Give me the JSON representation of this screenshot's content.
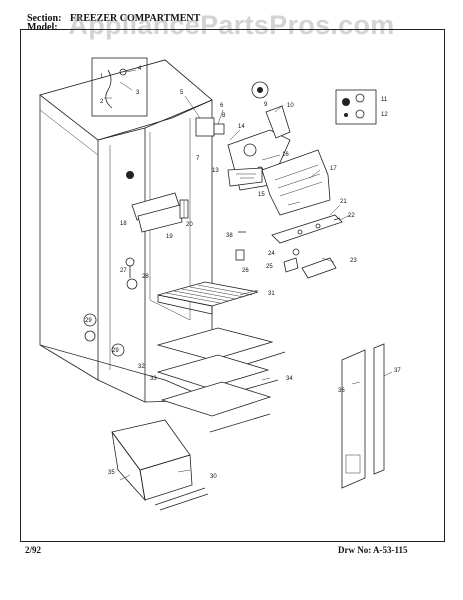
{
  "header": {
    "section_label": "Section:",
    "section_title": "FREEZER COMPARTMENT",
    "model_label": "Model:"
  },
  "watermark": "AppliancePartsPros.com",
  "footer": {
    "date": "2/92",
    "drawing_no": "Drw No: A-53-115"
  },
  "callouts": [
    "1",
    "2",
    "3",
    "4",
    "5",
    "6",
    "7",
    "8",
    "9",
    "10",
    "11",
    "12",
    "13",
    "14",
    "15",
    "16",
    "17",
    "18",
    "19",
    "20",
    "21",
    "22",
    "23",
    "24",
    "25",
    "26",
    "27",
    "28",
    "29",
    "30",
    "31",
    "32",
    "33",
    "34",
    "35",
    "36",
    "37",
    "38"
  ],
  "colors": {
    "ink": "#111111",
    "watermark": "#9a9a9a",
    "paper": "#ffffff"
  }
}
